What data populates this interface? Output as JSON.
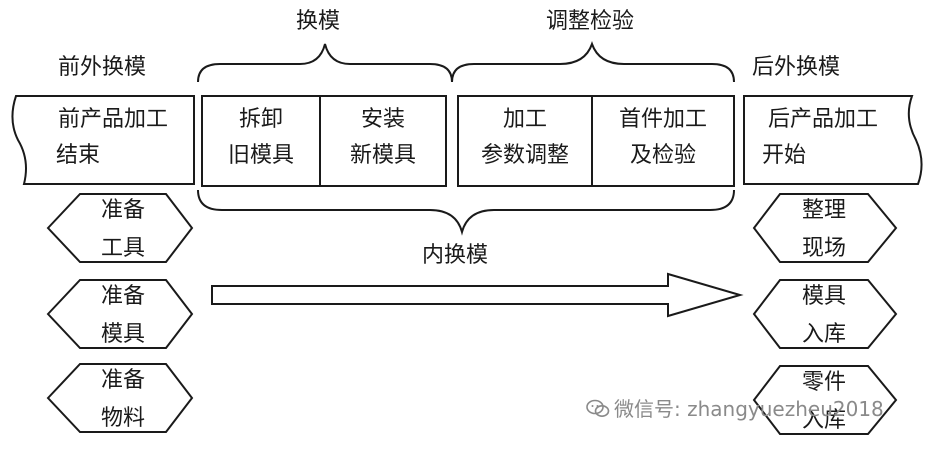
{
  "top_brackets": {
    "changeover": "换模",
    "adjust_inspect": "调整检验"
  },
  "left_header": "前外换模",
  "right_header": "后外换模",
  "left_box": {
    "line1": "前产品加工",
    "line2": "结束"
  },
  "right_box": {
    "line1": "后产品加工",
    "line2": "开始"
  },
  "steps": [
    {
      "line1": "拆卸",
      "line2": "旧模具"
    },
    {
      "line1": "安装",
      "line2": "新模具"
    },
    {
      "line1": "加工",
      "line2": "参数调整"
    },
    {
      "line1": "首件加工",
      "line2": "及检验"
    }
  ],
  "inner_label": "内换模",
  "left_prep": [
    {
      "line1": "准备",
      "line2": "工具"
    },
    {
      "line1": "准备",
      "line2": "模具"
    },
    {
      "line1": "准备",
      "line2": "物料"
    }
  ],
  "right_post": [
    {
      "line1": "整理",
      "line2": "现场"
    },
    {
      "line1": "模具",
      "line2": "入库"
    },
    {
      "line1": "零件",
      "line2": "入库"
    }
  ],
  "watermark": "微信号: zhangyuezheu2018",
  "colors": {
    "stroke": "#1a1a1a",
    "fill": "#ffffff",
    "watermark": "#8a8a8a"
  }
}
